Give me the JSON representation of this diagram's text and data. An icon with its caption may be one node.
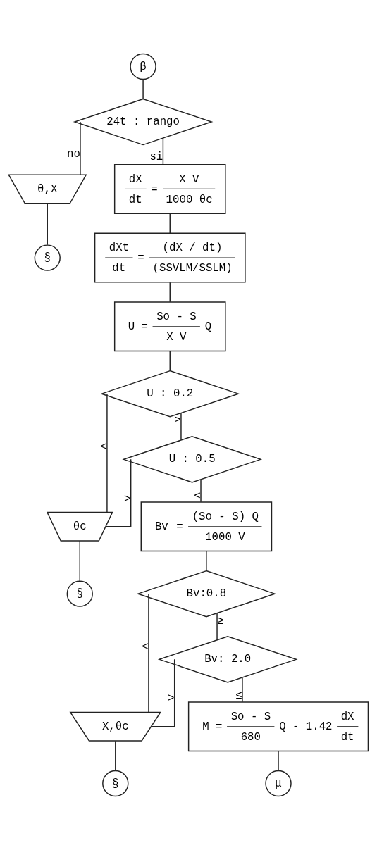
{
  "diagram": {
    "nodes": [
      {
        "text": [
          "β"
        ]
      },
      {
        "text": [
          "24t : rango"
        ]
      },
      {
        "text": [
          "θ,X"
        ]
      },
      {
        "text": [
          "§"
        ]
      },
      {
        "text": [
          "dX",
          "X V",
          "=",
          "dt",
          "1000 θc"
        ]
      },
      {
        "text": [
          "dXt",
          "(dX / dt)",
          "=",
          "dt",
          "(SSVLM/SSLM)"
        ]
      },
      {
        "text": [
          "So - S",
          "U =",
          "Q",
          "X V"
        ]
      },
      {
        "text": [
          "U : 0.2"
        ]
      },
      {
        "text": [
          "U : 0.5"
        ]
      },
      {
        "text": [
          "θc"
        ]
      },
      {
        "text": [
          "§"
        ]
      },
      {
        "text": [
          "(So - S) Q",
          "Bv",
          "=",
          "1000 V"
        ]
      },
      {
        "text": [
          "Bv:0.8"
        ]
      },
      {
        "text": [
          "Bv: 2.0"
        ]
      },
      {
        "text": [
          "X,θc"
        ]
      },
      {
        "text": [
          "§"
        ]
      },
      {
        "text": [
          "So - S",
          "dX",
          "M =",
          "Q - 1.42",
          "680",
          "dt"
        ]
      },
      {
        "text": [
          "μ"
        ]
      }
    ],
    "edges": [
      {
        "from": 0,
        "to": 1,
        "arrow": "none"
      },
      {
        "from": 1,
        "to": 2,
        "arrow": "none",
        "label": "no"
      },
      {
        "from": 2,
        "to": 3,
        "arrow": "none"
      },
      {
        "from": 1,
        "to": 4,
        "arrow": "none",
        "label": "si"
      },
      {
        "from": 4,
        "to": 5,
        "arrow": "none"
      },
      {
        "from": 5,
        "to": 6,
        "arrow": "none"
      },
      {
        "from": 6,
        "to": 7,
        "arrow": "none"
      },
      {
        "from": 7,
        "to": 9,
        "arrow": "none",
        "label": "<"
      },
      {
        "from": 7,
        "to": 8,
        "arrow": "none",
        "label": "≥"
      },
      {
        "from": 8,
        "to": 9,
        "arrow": "none",
        "label": ">"
      },
      {
        "from": 9,
        "to": 10,
        "arrow": "none"
      },
      {
        "from": 8,
        "to": 11,
        "arrow": "none",
        "label": "≤"
      },
      {
        "from": 11,
        "to": 12,
        "arrow": "none"
      },
      {
        "from": 12,
        "to": 14,
        "arrow": "none",
        "label": "<"
      },
      {
        "from": 12,
        "to": 13,
        "arrow": "none",
        "label": "≥"
      },
      {
        "from": 13,
        "to": 14,
        "arrow": "none",
        "label": ">"
      },
      {
        "from": 13,
        "to": 16,
        "arrow": "none",
        "label": "≤"
      },
      {
        "from": 14,
        "to": 15,
        "arrow": "none"
      },
      {
        "from": 16,
        "to": 17,
        "arrow": "none"
      }
    ]
  }
}
